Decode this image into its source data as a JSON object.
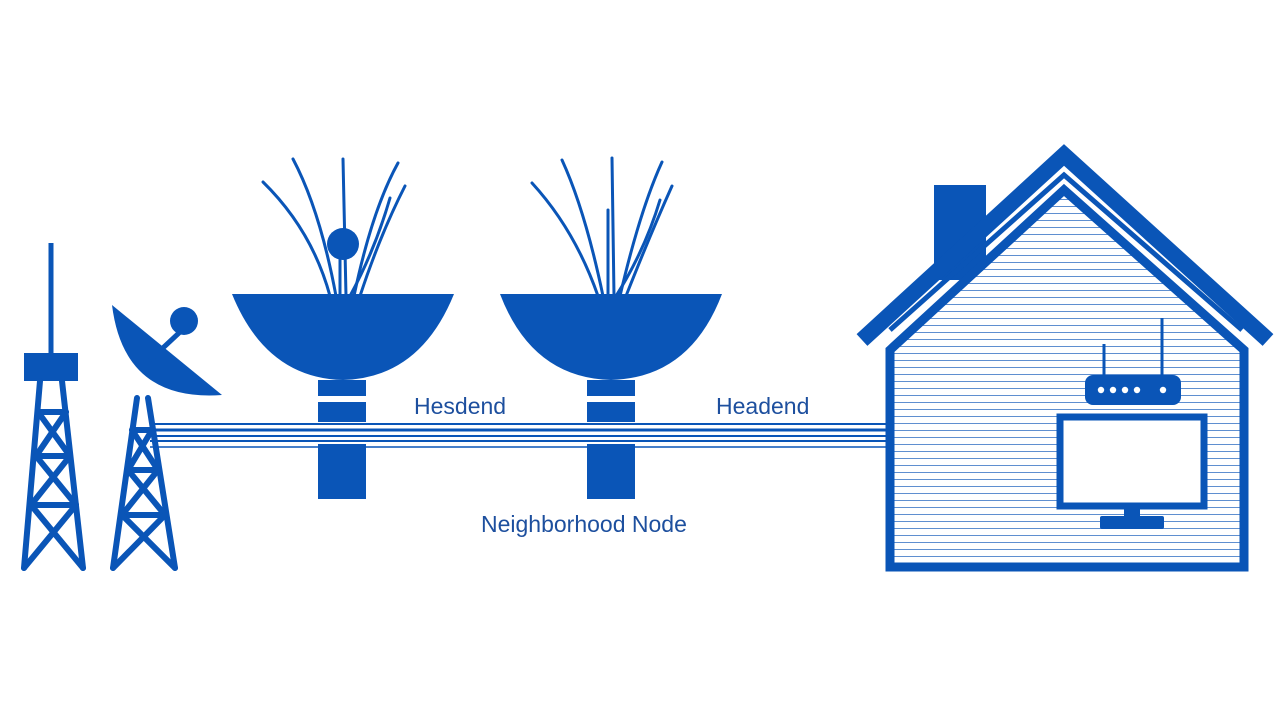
{
  "labels": {
    "headend_left": "Hesdend",
    "headend_right": "Headend",
    "node": "Neighborhood Node"
  },
  "colors": {
    "primary": "#0a55b7",
    "text": "#1d4f9e",
    "background": "#ffffff",
    "house_stripe": "#5f8fd0"
  },
  "icons": [
    "antenna-tower-icon",
    "satellite-dish-icon",
    "fiber-dish-icon",
    "house-icon",
    "router-icon",
    "monitor-icon"
  ]
}
